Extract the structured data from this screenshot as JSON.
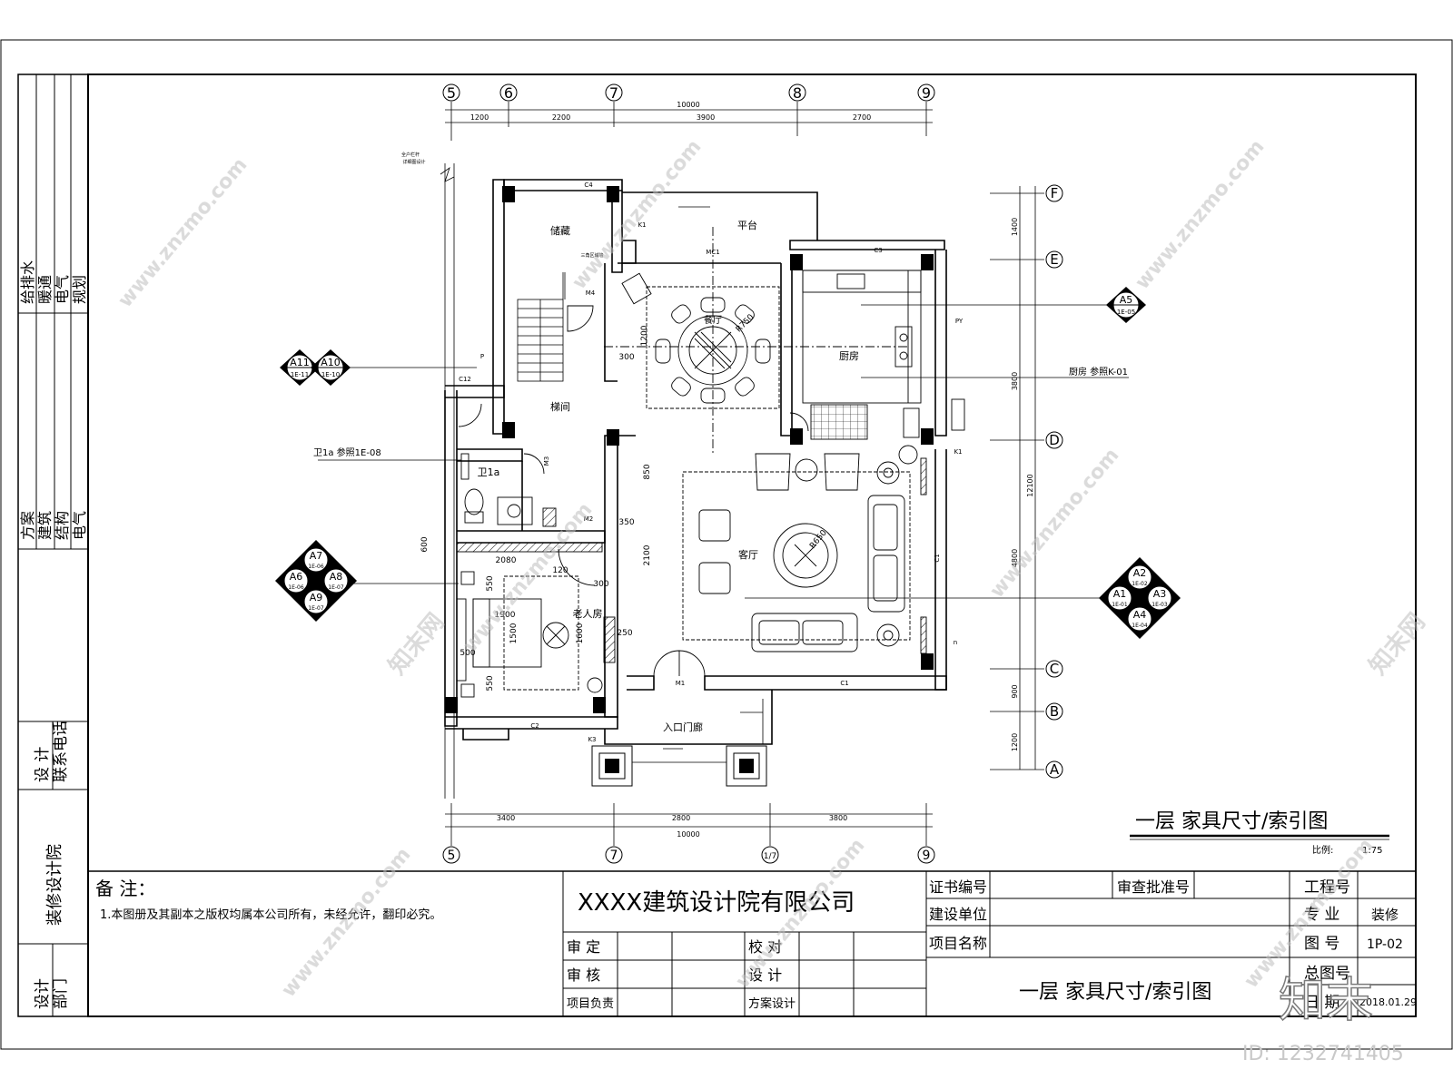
{
  "axes": {
    "top": [
      "5",
      "6",
      "7",
      "8",
      "9"
    ],
    "bottom": [
      "5",
      "7",
      "1/7",
      "9"
    ],
    "right": [
      "F",
      "E",
      "D",
      "C",
      "B",
      "A"
    ]
  },
  "dims": {
    "top_total": "10000",
    "top_segments": [
      "1200",
      "2200",
      "3900",
      "2700"
    ],
    "bottom_total": "10000",
    "bottom_segments": [
      "3400",
      "2800",
      "3800"
    ],
    "right_total": "12100",
    "right_segments": [
      "1400",
      "3800",
      "4800",
      "900",
      "1200"
    ],
    "interior": [
      "850",
      "350",
      "2100",
      "300",
      "250",
      "300",
      "1200",
      "600",
      "2080",
      "120",
      "550",
      "1900",
      "1500",
      "1600",
      "500",
      "550"
    ]
  },
  "rooms": {
    "storage": "储藏",
    "platform": "平台",
    "dining": "餐厅",
    "kitchen": "厨房",
    "stair": "梯间",
    "bath": "卫1a",
    "living": "客厅",
    "elder_room": "老人房",
    "entry": "入口门廊"
  },
  "door_window_labels": [
    "C4",
    "K1",
    "MC1",
    "C3",
    "M4",
    "C12",
    "P",
    "M3",
    "M2",
    "M1",
    "C1",
    "C2",
    "K3",
    "K1",
    "PY",
    "n",
    "C1"
  ],
  "furniture_labels": {
    "r750": "R750",
    "r650": "R650",
    "triangle_shaft": "三角区域墙",
    "stair_note_1": "全户栏杆",
    "stair_note_2": "详细图设计"
  },
  "callouts": {
    "a11": {
      "code": "A11",
      "ref": "1E-11"
    },
    "a10": {
      "code": "A10",
      "ref": "1E-10"
    },
    "a5": {
      "code": "A5",
      "ref": "1E-05"
    },
    "a7": {
      "code": "A7",
      "ref": "1E-06"
    },
    "a6": {
      "code": "A6",
      "ref": "1E-06"
    },
    "a8": {
      "code": "A8",
      "ref": "1E-07"
    },
    "a9": {
      "code": "A9",
      "ref": "1E-07"
    },
    "a2": {
      "code": "A2",
      "ref": "1E-02"
    },
    "a1": {
      "code": "A1",
      "ref": "1E-01"
    },
    "a3": {
      "code": "A3",
      "ref": "1E-03"
    },
    "a4": {
      "code": "A4",
      "ref": "1E-04"
    }
  },
  "annotations": {
    "kitchen_ref": "厨房 参照K-01",
    "bath_ref": "卫1a 参照1E-08"
  },
  "drawing_title": "一层 家具尺寸/索引图",
  "scale_label": "比例:",
  "scale_value": "1:75",
  "left_strip": {
    "top_cells": [
      "给排水",
      "暖通",
      "电气",
      "规划"
    ],
    "mid_cells": [
      "方案",
      "建筑",
      "结构",
      "电气"
    ],
    "design_contact": "设 计\n联系电话",
    "design_institute": "装修设计院",
    "design_dept": "设计\n部门"
  },
  "title_block": {
    "notes_heading": "备 注：",
    "notes_text": "1.本图册及其副本之版权均属本公司所有，未经允许，翻印必究。",
    "company": "XXXX建筑设计院有限公司",
    "review": "审  定",
    "check": "审  核",
    "project_lead": "项目负责",
    "proofread": "校  对",
    "design": "设  计",
    "scheme_design": "方案设计",
    "cert_no": "证书编号",
    "approval_no": "审查批准号",
    "client": "建设单位",
    "project_name": "项目名称",
    "sheet_title": "一层 家具尺寸/索引图",
    "project_no_label": "工程号",
    "specialty_label": "专  业",
    "specialty_value": "装修",
    "drawing_no_label": "图  号",
    "drawing_no_value": "1P-02",
    "total_no_label": "总图号",
    "date_label": "日  期",
    "date_value": "2018.01.29"
  },
  "watermark": {
    "site": "www.znzmo.com",
    "brand_cn": "知末网",
    "logo": "知末",
    "id": "ID: 1232741405"
  }
}
